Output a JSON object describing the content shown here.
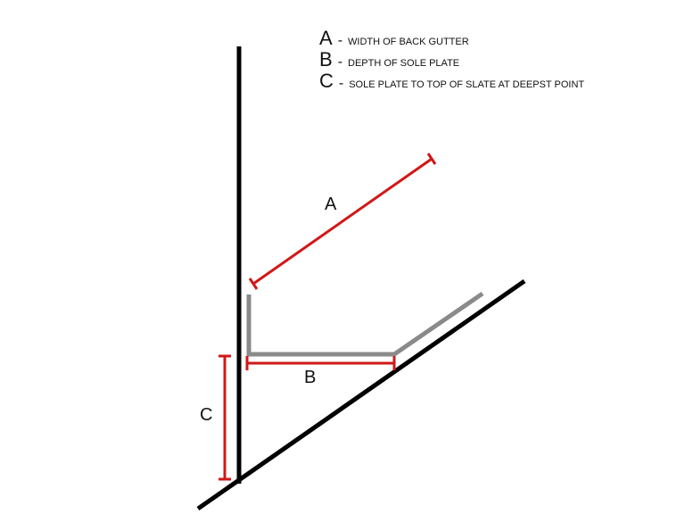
{
  "legend": {
    "items": [
      {
        "key": "A",
        "separator": "-",
        "description": "WIDTH OF BACK GUTTER"
      },
      {
        "key": "B",
        "separator": "-",
        "description": "DEPTH OF SOLE PLATE"
      },
      {
        "key": "C",
        "separator": "-",
        "description": "SOLE PLATE TO TOP OF SLATE AT DEEPST POINT"
      }
    ]
  },
  "labels": {
    "a": "A",
    "b": "B",
    "c": "C"
  },
  "colors": {
    "wall": "#000000",
    "gutter": "#8a8a8a",
    "dimension": "#d01818"
  }
}
